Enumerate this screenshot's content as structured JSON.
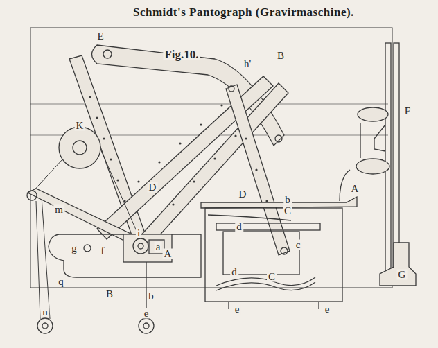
{
  "diagram": {
    "title": "Schmidt's Pantograph (Gravirmaschine).",
    "labels": [
      "Fig.10.",
      "E",
      "h'",
      "B",
      "F",
      "A",
      "b",
      "C",
      "d",
      "D",
      "D",
      "K",
      "m",
      "i",
      "a",
      "A",
      "f",
      "g",
      "c",
      "d",
      "C",
      "q",
      "B",
      "b",
      "e",
      "n",
      "e",
      "e",
      "G"
    ]
  }
}
